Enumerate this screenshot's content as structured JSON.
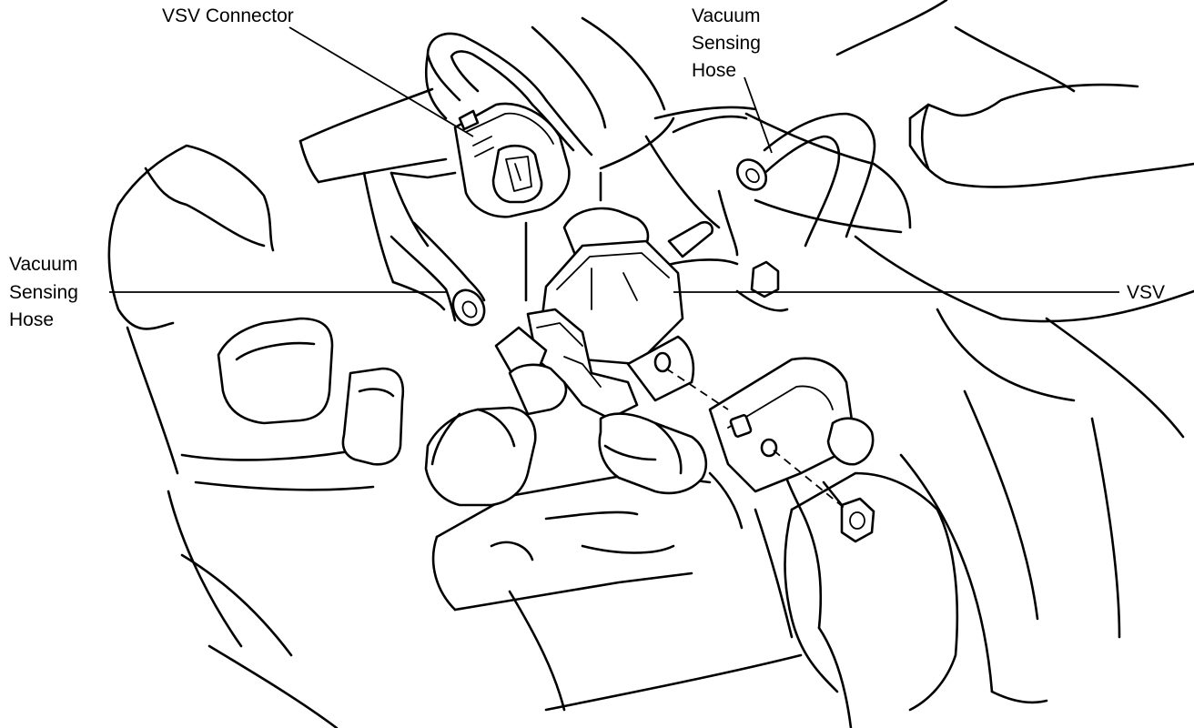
{
  "labels": {
    "vsv_connector": "VSV Connector",
    "vacuum_hose_top": {
      "line1": "Vacuum",
      "line2": "Sensing",
      "line3": "Hose"
    },
    "vacuum_hose_left": {
      "line1": "Vacuum",
      "line2": "Sensing",
      "line3": "Hose"
    },
    "vsv": "VSV"
  }
}
